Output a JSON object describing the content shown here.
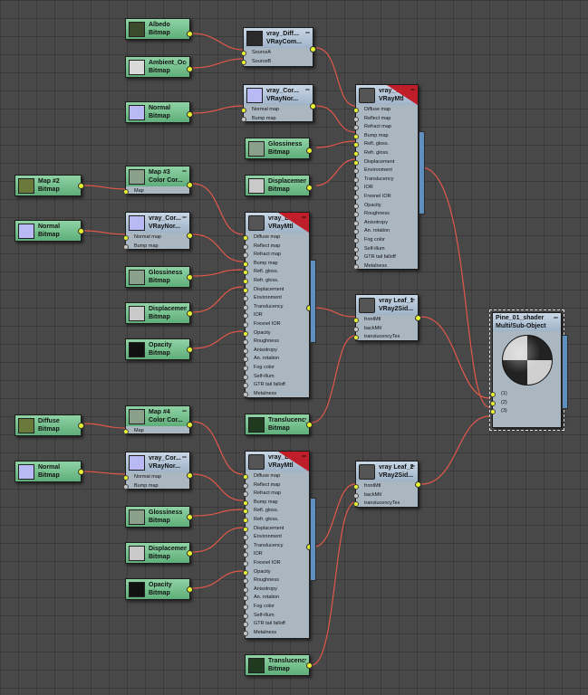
{
  "nodes": {
    "albedo": {
      "title": "Albedo",
      "sub": "Bitmap",
      "icon": "albedo-thumbnail-icon"
    },
    "ao": {
      "title": "Ambient_Occl...",
      "sub": "Bitmap",
      "icon": "ambient-occlusion-thumbnail-icon"
    },
    "vray_diff": {
      "title": "vray_Diff...",
      "sub": "VRayCom..."
    },
    "composite_slots": [
      "SourceA",
      "SourceB"
    ],
    "normal1": {
      "title": "Normal",
      "sub": "Bitmap"
    },
    "vray_norm1": {
      "title": "vray_Cor...",
      "sub": "VRayNor..."
    },
    "normal_slots": [
      "Normal map",
      "Bump map"
    ],
    "trunk_mtl": {
      "title": "vray_Tree...",
      "sub": "VRayMtl"
    },
    "gloss1": {
      "title": "Glossiness",
      "sub": "Bitmap"
    },
    "disp1": {
      "title": "Displacemen...",
      "sub": "Bitmap"
    },
    "map2": {
      "title": "Map #2",
      "sub": "Bitmap"
    },
    "map3": {
      "title": "Map #3",
      "sub": "Color Cor..."
    },
    "map_slot": "Map",
    "normal2": {
      "title": "Normal",
      "sub": "Bitmap"
    },
    "vray_norm2": {
      "title": "vray_Cor...",
      "sub": "VRayNor..."
    },
    "leaf1_mtl": {
      "title": "vray_Leaf_1",
      "sub": "VRayMtl"
    },
    "gloss2": {
      "title": "Glossiness",
      "sub": "Bitmap"
    },
    "disp2": {
      "title": "Displacemen...",
      "sub": "Bitmap"
    },
    "opacity1": {
      "title": "Opacity",
      "sub": "Bitmap"
    },
    "leaf1_2sided": {
      "title": "vray Leaf_1",
      "sub": "VRay2Sid..."
    },
    "twosided_slots": [
      "frontMtl",
      "backMtl",
      "translucencyTex"
    ],
    "multi": {
      "title": "Pine_01_shader",
      "sub": "Multi/Sub-Object"
    },
    "multi_slots": [
      "(1)",
      "(2)",
      "(3)"
    ],
    "diffuse": {
      "title": "Diffuse",
      "sub": "Bitmap"
    },
    "map4": {
      "title": "Map #4",
      "sub": "Color Cor..."
    },
    "trans1": {
      "title": "Translucency",
      "sub": "Bitmap"
    },
    "normal3": {
      "title": "Normal",
      "sub": "Bitmap"
    },
    "vray_norm3": {
      "title": "vray_Cor...",
      "sub": "VRayNor..."
    },
    "leaf2_mtl": {
      "title": "vray_Leaf_2",
      "sub": "VRayMtl"
    },
    "leaf2_2sided": {
      "title": "vray Leaf_2",
      "sub": "VRay2Sid..."
    },
    "gloss3": {
      "title": "Glossiness",
      "sub": "Bitmap"
    },
    "disp3": {
      "title": "Displacemen...",
      "sub": "Bitmap"
    },
    "opacity2": {
      "title": "Opacity",
      "sub": "Bitmap"
    },
    "trans2": {
      "title": "Translucency",
      "sub": "Bitmap"
    }
  },
  "vraymtl_slots": [
    "Diffuse map",
    "Reflect map",
    "Refract map",
    "Bump map",
    "Refl. gloss.",
    "Refr. gloss.",
    "Displacement",
    "Environment",
    "Translucency",
    "IOR",
    "Fresnel IOR",
    "Opacity",
    "Roughness",
    "Anisotropy",
    "An. rotation",
    "Fog color",
    "Self-illum",
    "GTR tail falloff",
    "Metalness"
  ],
  "colors": {
    "wire": "#e0584a",
    "port_connected": "#e8f22c",
    "node_green": "#5fae7a",
    "node_blue": "#9fb3c8",
    "flag_red": "#c01f2a"
  }
}
